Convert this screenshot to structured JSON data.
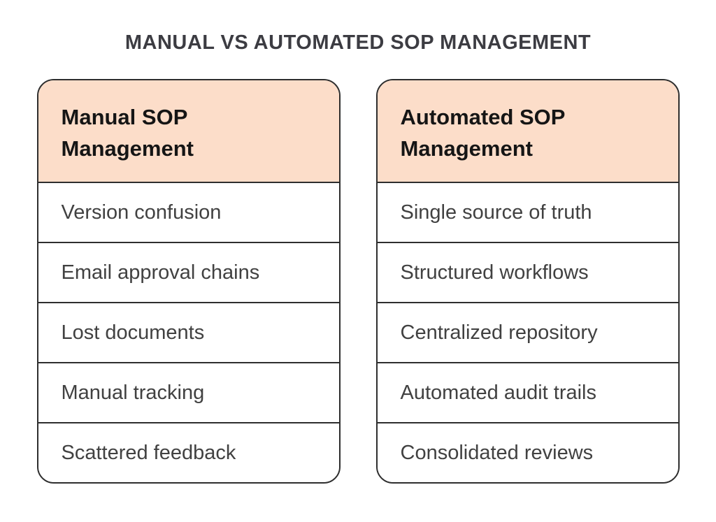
{
  "title": "MANUAL VS AUTOMATED SOP MANAGEMENT",
  "colors": {
    "header_fill": "#fcddc9",
    "border": "#2e2e2e",
    "title_text": "#3c3c42",
    "row_text": "#414141",
    "header_text": "#151515",
    "background": "#ffffff"
  },
  "columns": [
    {
      "header": "Manual SOP Management",
      "items": [
        "Version confusion",
        "Email approval chains",
        "Lost documents",
        "Manual tracking",
        "Scattered feedback"
      ]
    },
    {
      "header": "Automated SOP Management",
      "items": [
        "Single source of truth",
        "Structured workflows",
        "Centralized repository",
        "Automated audit trails",
        "Consolidated reviews"
      ]
    }
  ]
}
